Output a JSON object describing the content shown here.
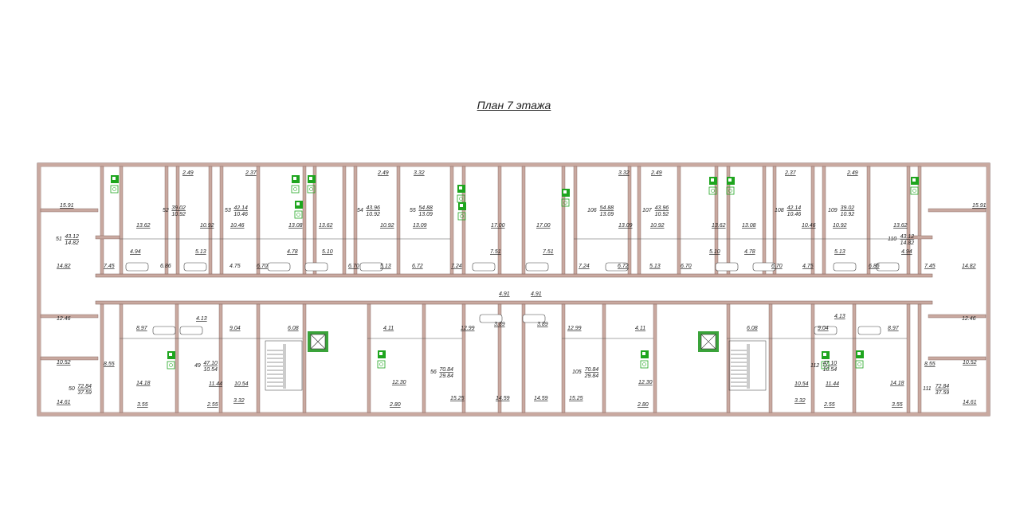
{
  "title": "План 7 этажа",
  "rooms": [
    "15.91",
    "2.49",
    "2.37",
    "2.49",
    "3.32",
    "3.32",
    "2.49",
    "2.37",
    "2.49",
    "15.91",
    "13.62",
    "10.92",
    "10.46",
    "13.08",
    "13.62",
    "10.92",
    "13.09",
    "17.00",
    "17.00",
    "13.09",
    "10.92",
    "13.62",
    "13.08",
    "10.46",
    "10.92",
    "13.62",
    "14.82",
    "14.82",
    "4.94",
    "6.86",
    "5.13",
    "4.75",
    "6.70",
    "4.78",
    "5.10",
    "6.70",
    "5.13",
    "6.72",
    "7.24",
    "7.51",
    "7.51",
    "7.24",
    "6.72",
    "5.13",
    "6.70",
    "5.10",
    "4.78",
    "6.70",
    "4.75",
    "5.13",
    "6.86",
    "4.94",
    "7.45",
    "7.45",
    "4.91",
    "4.91",
    "12.46",
    "12.46",
    "8.97",
    "4.13",
    "9.04",
    "6.08",
    "4.11",
    "12.99",
    "3.89",
    "3.89",
    "12.99",
    "4.11",
    "6.08",
    "9.04",
    "4.13",
    "8.97",
    "10.52",
    "8.55",
    "8.55",
    "10.52",
    "14.18",
    "11.44",
    "10.54",
    "12.30",
    "12.30",
    "10.54",
    "11.44",
    "14.18",
    "14.61",
    "3.55",
    "2.55",
    "3.32",
    "2.80",
    "15.25",
    "14.59",
    "14.59",
    "15.25",
    "2.80",
    "3.32",
    "2.55",
    "3.55",
    "14.61"
  ],
  "apartments": [
    {
      "num": "50",
      "total": "72.84",
      "living": "37.59"
    },
    {
      "num": "51",
      "total": "43.12",
      "living": "14.82"
    },
    {
      "num": "52",
      "total": "39.02",
      "living": "10.92"
    },
    {
      "num": "53",
      "total": "42.14",
      "living": "10.46"
    },
    {
      "num": "54",
      "total": "43.96",
      "living": "10.92"
    },
    {
      "num": "55",
      "total": "54.88",
      "living": "13.09"
    },
    {
      "num": "49",
      "total": "47.10",
      "living": "10.54"
    },
    {
      "num": "56",
      "total": "70.84",
      "living": "29.84"
    },
    {
      "num": "105",
      "total": "70.84",
      "living": "29.84"
    },
    {
      "num": "106",
      "total": "54.88",
      "living": "13.09"
    },
    {
      "num": "107",
      "total": "43.96",
      "living": "10.92"
    },
    {
      "num": "108",
      "total": "42.14",
      "living": "10.46"
    },
    {
      "num": "109",
      "total": "39.02",
      "living": "10.92"
    },
    {
      "num": "110",
      "total": "43.12",
      "living": "14.82"
    },
    {
      "num": "111",
      "total": "72.84",
      "living": "37.59"
    },
    {
      "num": "112",
      "total": "47.10",
      "living": "10.54"
    }
  ],
  "colors": {
    "wall": "#c9a9a0",
    "wall_stroke": "#7a5a55",
    "fixture": "#1ea51e",
    "line": "#444444"
  }
}
